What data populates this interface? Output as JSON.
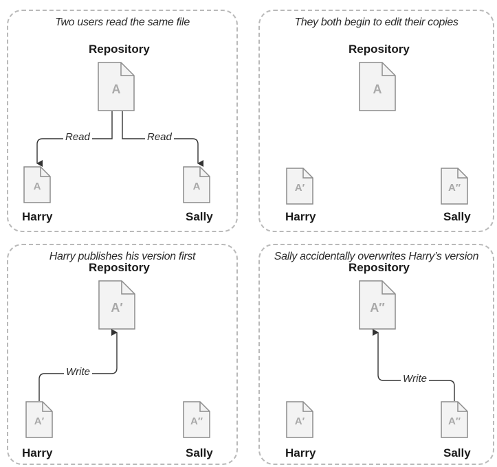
{
  "panels": [
    {
      "title": "Two users read the same file",
      "repository_label": "Repository",
      "repository_doc": "A",
      "harry_label": "Harry",
      "harry_doc": "A",
      "sally_label": "Sally",
      "sally_doc": "A",
      "arrow_labels": [
        "Read",
        "Read"
      ]
    },
    {
      "title": "They both begin to edit their copies",
      "repository_label": "Repository",
      "repository_doc": "A",
      "harry_label": "Harry",
      "harry_doc": "A′",
      "sally_label": "Sally",
      "sally_doc": "A″"
    },
    {
      "title": "Harry publishes his version first",
      "repository_label": "Repository",
      "repository_doc": "A′",
      "harry_label": "Harry",
      "harry_doc": "A′",
      "sally_label": "Sally",
      "sally_doc": "A″",
      "arrow_labels": [
        "Write"
      ]
    },
    {
      "title": "Sally accidentally overwrites Harry’s version",
      "repository_label": "Repository",
      "repository_doc": "A″",
      "harry_label": "Harry",
      "harry_doc": "A′",
      "sally_label": "Sally",
      "sally_doc": "A″",
      "arrow_labels": [
        "Write"
      ]
    }
  ],
  "colors": {
    "panel_border": "#b9b9b9",
    "doc_fill": "#f3f3f3",
    "doc_stroke": "#8c8c8c",
    "doc_letter": "#a8a8a8",
    "arrow": "#333333"
  }
}
